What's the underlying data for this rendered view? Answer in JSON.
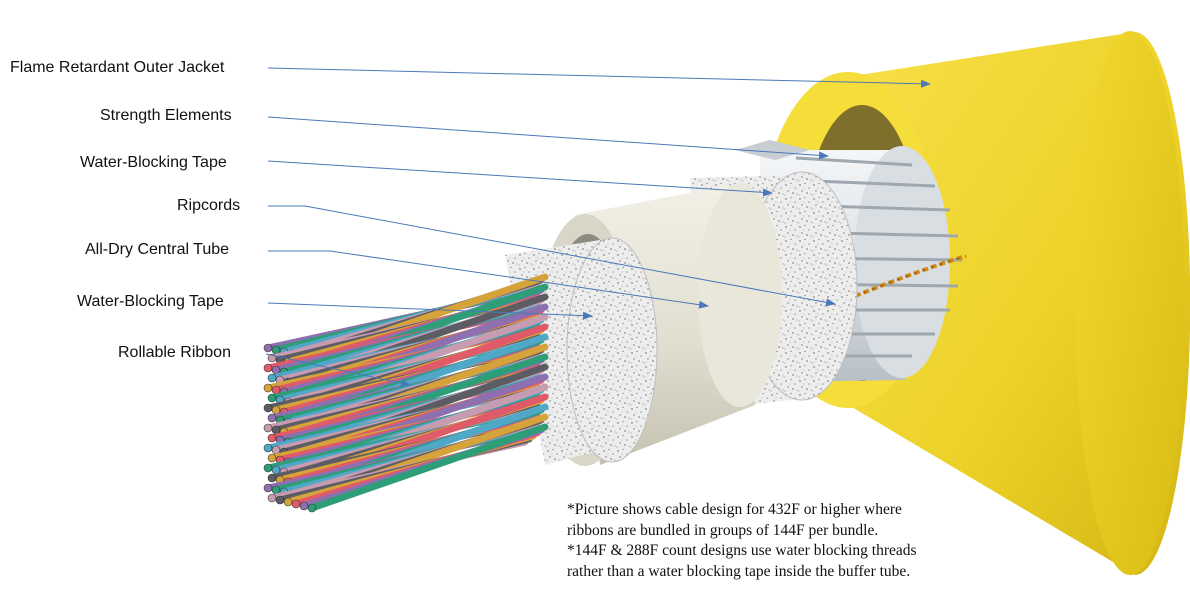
{
  "labels": {
    "outer_jacket": "Flame Retardant Outer Jacket",
    "strength_elements": "Strength Elements",
    "water_blocking_tape_outer": "Water-Blocking Tape",
    "ripcords": "Ripcords",
    "central_tube": "All-Dry Central Tube",
    "water_blocking_tape_inner": "Water-Blocking Tape",
    "rollable_ribbon": "Rollable Ribbon"
  },
  "note": {
    "line1": "*Picture shows cable design for 432F or higher where",
    "line2": "ribbons are bundled in groups of 144F per bundle.",
    "line3": "*144F & 288F count designs use water blocking threads",
    "line4": "rather than a water blocking tape inside the buffer tube."
  },
  "colors": {
    "jacket": "#F2D62E",
    "leader": "#4A78B8",
    "ripcord": "#D08A1E",
    "tube": "#E6E3D6",
    "tape": "#E4E4E4"
  },
  "fiber_colors": [
    "#8E6FB0",
    "#2E9E78",
    "#4FA8C8",
    "#C79BB0",
    "#5C5C64",
    "#D6A23A",
    "#E05A6A"
  ]
}
